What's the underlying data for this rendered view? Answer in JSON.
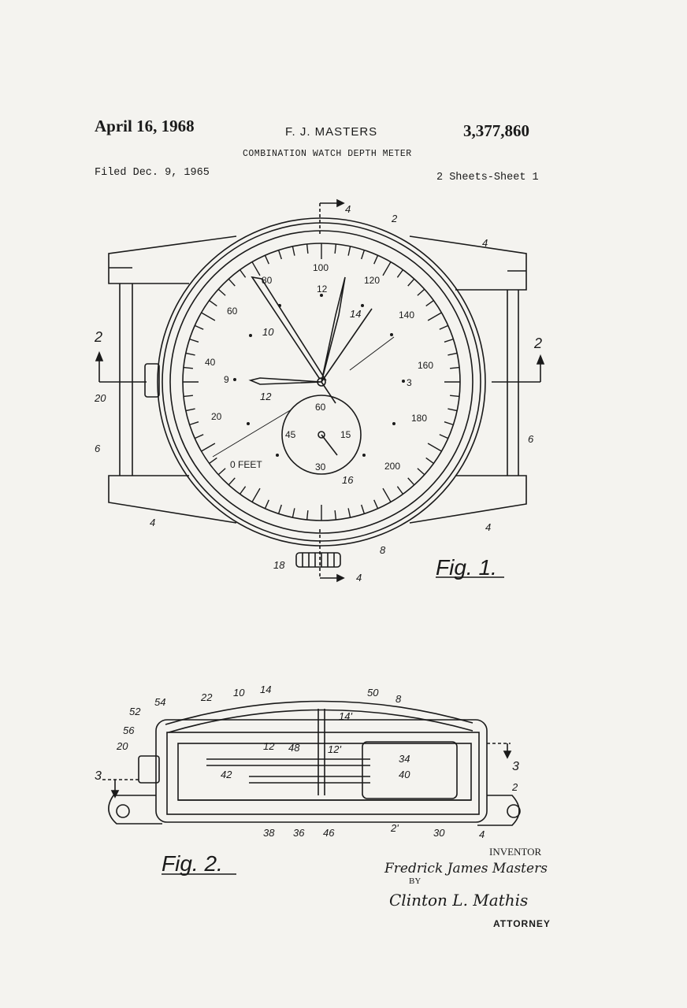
{
  "header": {
    "date": "April 16, 1968",
    "inventor": "F. J. MASTERS",
    "patent_number": "3,377,860",
    "title": "COMBINATION WATCH DEPTH METER",
    "filed": "Filed Dec. 9, 1965",
    "sheets": "2 Sheets-Sheet 1"
  },
  "fig1": {
    "label": "Fig. 1.",
    "dial_numbers": [
      "0 FEET",
      "20",
      "40",
      "60",
      "80",
      "100",
      "120",
      "140",
      "160",
      "180",
      "200"
    ],
    "hour_marks": {
      "twelve": "12",
      "three": "3",
      "nine": "9"
    },
    "subdial": {
      "top": "60",
      "right": "15",
      "bottom": "30",
      "left": "45"
    },
    "refs": {
      "r2": "2",
      "r4a": "4",
      "r4b": "4",
      "r4c": "4",
      "r6a": "6",
      "r6b": "6",
      "r8": "8",
      "r10": "10",
      "r12": "12",
      "r14": "14",
      "r16": "16",
      "r18": "18",
      "r20": "20",
      "sec_top": "4",
      "sec_bottom": "4",
      "sec_left": "2",
      "sec_right": "2"
    }
  },
  "fig2": {
    "label": "Fig. 2.",
    "refs": {
      "r54": "54",
      "r52": "52",
      "r56": "56",
      "r20": "20",
      "r3l": "3",
      "r22": "22",
      "r10": "10",
      "r14": "14",
      "r50": "50",
      "r8": "8",
      "r14p": "14'",
      "r12": "12",
      "r48": "48",
      "r12p": "12'",
      "r34": "34",
      "r42": "42",
      "r40": "40",
      "r3r": "3",
      "r2": "2",
      "r38": "38",
      "r36": "36",
      "r46": "46",
      "r2p": "2'",
      "r30": "30",
      "r4": "4"
    }
  },
  "signature": {
    "inventor_label": "INVENTOR",
    "inventor_name": "Fredrick James Masters",
    "by": "BY",
    "attorney_signature": "Clinton L. Mathis",
    "attorney_label": "ATTORNEY"
  }
}
